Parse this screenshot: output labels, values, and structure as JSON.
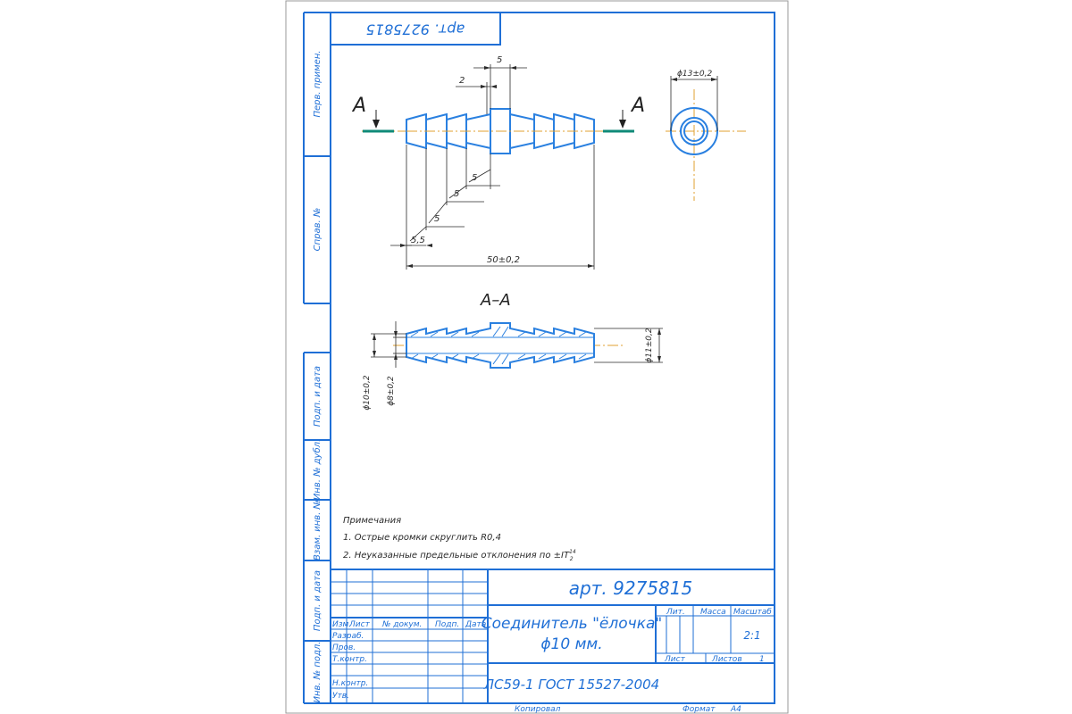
{
  "colors": {
    "frame": "#1f6fd6",
    "part": "#2a80e0",
    "center": "#e0a030",
    "cut": "#0f8a78",
    "dim": "#2a2a2a"
  },
  "stamp_top": "арт. 9275815",
  "margin_labels": [
    "Перв. примен.",
    "Справ. №",
    "Подп. и дата",
    "Инв. № дубл.",
    "Взам. инв. №",
    "Подп. и дата",
    "Инв. № подл."
  ],
  "view": {
    "cut_letter": "A",
    "dims": {
      "d5_top": "5",
      "d2": "2",
      "d5_a": "5",
      "d5_b": "5",
      "d5_c": "5",
      "d55": "5,5",
      "overall": "50±0,2",
      "d13": "ϕ13±0,2"
    }
  },
  "section": {
    "title": "А–А",
    "d10": "ϕ10±0,2",
    "d8": "ϕ8±0,2",
    "d11": "ϕ11±0,2"
  },
  "notes": {
    "heading": "Примечания",
    "line1": "1. Острые кромки скруглить R0,4",
    "line2": "2. Неуказанные предельные отклонения по ±IT",
    "line2_sup": "14",
    "line2_sub": "2"
  },
  "title_block": {
    "article": "арт. 9275815",
    "name_line1": "Соединитель \"ёлочка\"",
    "name_line2": "ϕ10 мм.",
    "material": "ЛС59-1 ГОСТ 15527-2004",
    "col_izm": "Изм.",
    "col_list": "Лист",
    "col_doc": "№ докум.",
    "col_sign": "Подп.",
    "col_date": "Дата",
    "row_razrab": "Разраб.",
    "row_prov": "Пров.",
    "row_tkontr": "Т.контр.",
    "row_nkontr": "Н.контр.",
    "row_utv": "Утв.",
    "lit": "Лит.",
    "mass": "Масса",
    "scale_label": "Масштаб",
    "scale_value": "2:1",
    "sheet": "Лист",
    "sheets": "Листов",
    "sheets_value": "1"
  },
  "footer": {
    "copied": "Копировал",
    "format": "Формат",
    "format_value": "А4"
  }
}
